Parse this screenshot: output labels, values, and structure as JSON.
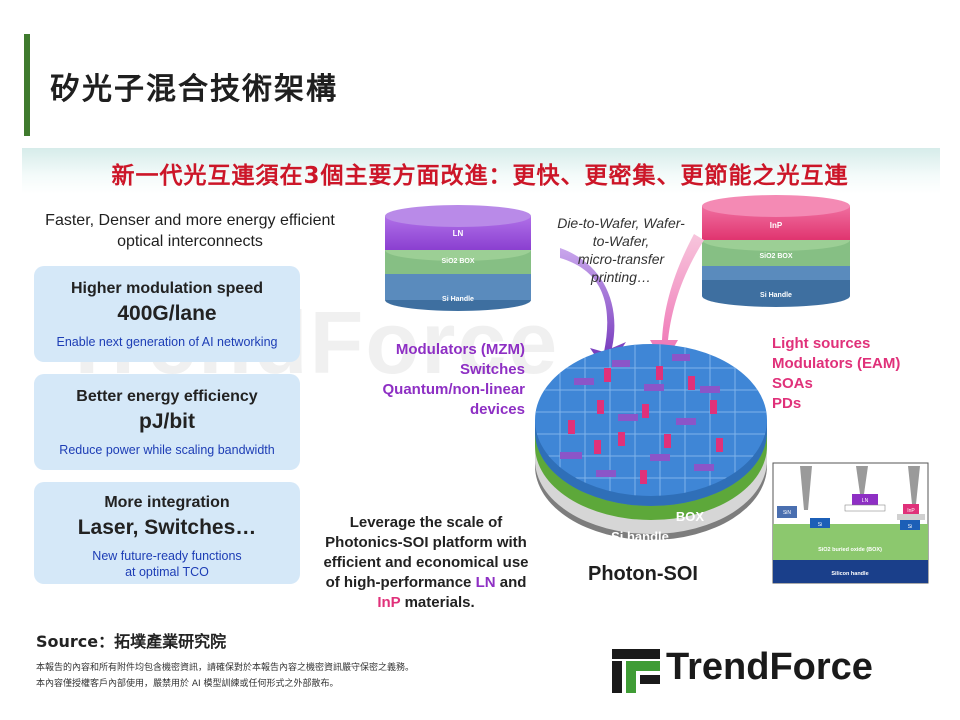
{
  "header": {
    "title": "矽光子混合技術架構",
    "banner": "新一代光互連須在3個主要方面改進：更快、更密集、更節能之光互連"
  },
  "intro": {
    "line1": "Faster, Denser and more energy efficient",
    "line2": "optical interconnects"
  },
  "cards": [
    {
      "title": "Higher modulation speed",
      "value": "400G/lane",
      "note": "Enable next generation of AI networking"
    },
    {
      "title": "Better energy efficiency",
      "value": "pJ/bit",
      "note": "Reduce power while scaling bandwidth"
    },
    {
      "title": "More integration",
      "value": "Laser, Switches…",
      "note1": "New future-ready functions",
      "note2": "at optimal TCO"
    }
  ],
  "watermark": "TrendForce",
  "stack_ln": {
    "top": "LN",
    "mid": "SiO2 BOX",
    "bottom": "Si Handle"
  },
  "stack_inp": {
    "top": "InP",
    "mid": "SiO2 BOX",
    "bottom": "Si Handle"
  },
  "transfer_note": {
    "l1": "Die-to-Wafer, Wafer-",
    "l2": "to-Wafer,",
    "l3": "micro-transfer",
    "l4": "printing…"
  },
  "ln_functions": [
    "Modulators (MZM)",
    "Switches",
    "Quantum/non-linear",
    "devices"
  ],
  "inp_functions": [
    "Light sources",
    "Modulators (EAM)",
    "SOAs",
    "PDs"
  ],
  "wafer": {
    "box": "BOX",
    "handle": "Si handle",
    "name": "Photon-SOI"
  },
  "cross_section": {
    "sin": "SiN",
    "si1": "Si",
    "ln": "LN",
    "inp": "InP",
    "si2": "Si",
    "box": "SiO2 buried oxide (BOX)",
    "handle": "Silicon handle"
  },
  "leverage": {
    "l1": "Leverage the scale of",
    "l2": "Photonics-SOI platform with",
    "l3": "efficient and economical use",
    "l4a": "of high-performance ",
    "l4ln": "LN",
    "l4b": " and",
    "l5inp": "InP",
    "l5b": " materials."
  },
  "footer": {
    "source": "Source：拓墣產業研究院",
    "disclaimer1": "本報告的內容和所有附件均包含機密資訊，請確保對於本報告內容之機密資訊嚴守保密之義務。",
    "disclaimer2": "本內容僅授權客戶內部使用，嚴禁用於 AI 模型訓練或任何形式之外部散布。",
    "logo": "TrendForce"
  },
  "colors": {
    "green": "#3f7a2e",
    "red": "#cc1628",
    "purple": "#8e2fc4",
    "pink": "#e0317a",
    "wafer_blue": "#3f86d6"
  }
}
